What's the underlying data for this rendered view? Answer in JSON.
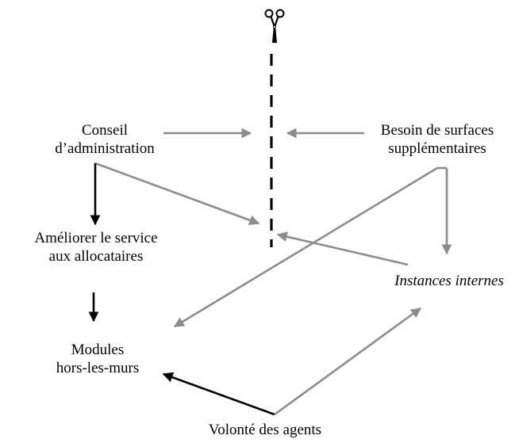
{
  "nodes": {
    "conseil": {
      "lines": [
        "Conseil",
        "d’administration"
      ]
    },
    "besoin": {
      "lines": [
        "Besoin de surfaces",
        "supplémentaires"
      ]
    },
    "ameliorer": {
      "lines": [
        "Améliorer le service",
        "aux allocataires"
      ]
    },
    "instances": {
      "lines": [
        "Instances internes"
      ]
    },
    "modules": {
      "lines": [
        "Modules",
        "hors-les-murs"
      ]
    },
    "volonte": {
      "lines": [
        "Volonté  des agents"
      ]
    }
  },
  "icons": {
    "cut": "scissors-icon"
  },
  "colors": {
    "gray_arrow": "#8c8c8c",
    "black_arrow": "#000000",
    "barrier": "#000000"
  }
}
